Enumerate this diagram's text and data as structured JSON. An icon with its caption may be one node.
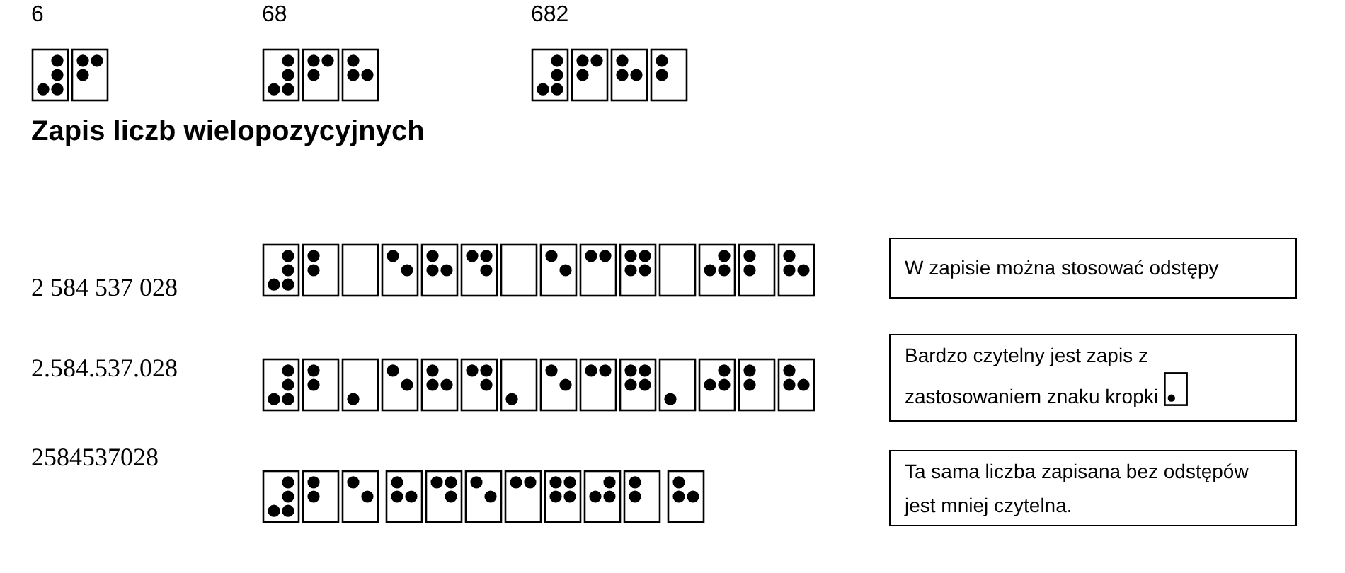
{
  "diagram": {
    "title": "Zapis liczb wielopozycyjnych",
    "nodes": [
      {
        "text": [
          "W zapisie można stosować odstępy"
        ]
      },
      {
        "text": [
          "Bardzo czytelny jest zapis z zastosowaniem znaku kropki"
        ]
      },
      {
        "text": [
          "Ta sama liczba zapisana bez odstępów jest mniej czytelna."
        ]
      }
    ],
    "labels": [
      "6",
      "68",
      "682",
      "2 584 537 028",
      "2.584.537.028",
      "2584537028"
    ]
  }
}
